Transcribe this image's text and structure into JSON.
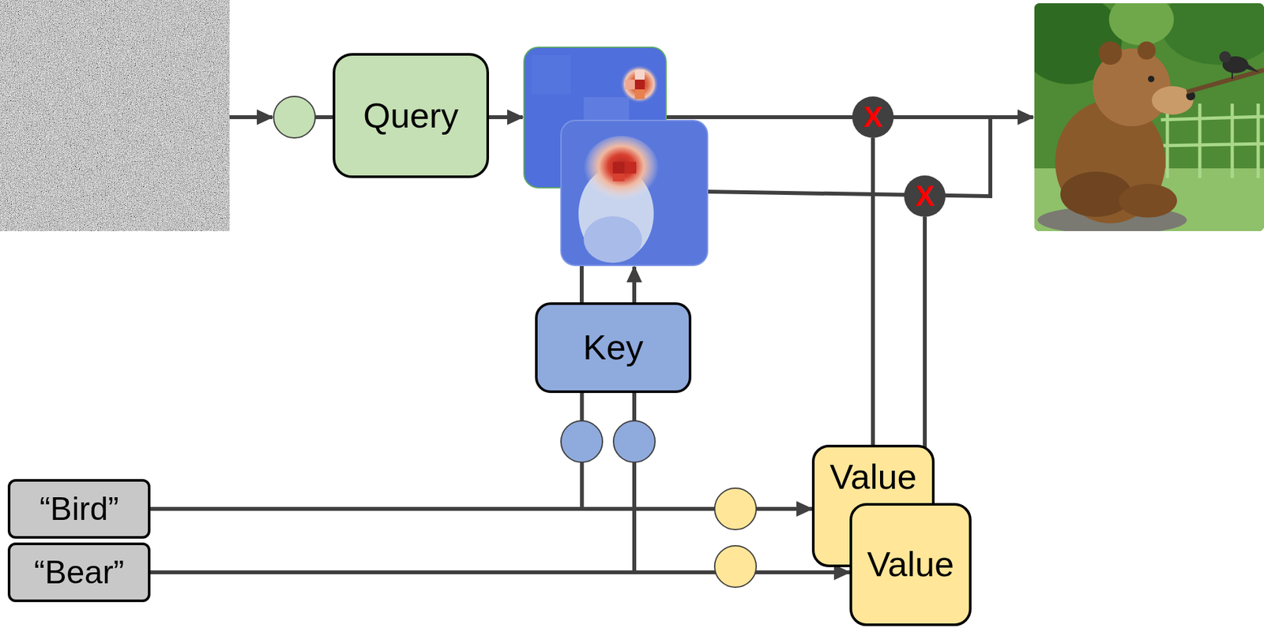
{
  "diagram": {
    "nodes": [
      {
        "text": [
          "Query"
        ]
      },
      {
        "text": [
          "Key"
        ]
      },
      {
        "text": [
          "“Bird”"
        ]
      },
      {
        "text": [
          "“Bear”"
        ]
      },
      {
        "text": [
          "Value"
        ]
      },
      {
        "text": [
          "Value"
        ]
      },
      {
        "text": [
          "X"
        ]
      },
      {
        "text": [
          "X"
        ]
      }
    ],
    "edges": [
      {
        "from": 2,
        "to": 1,
        "arrow": "none"
      },
      {
        "from": 3,
        "to": 1,
        "arrow": "none"
      },
      {
        "from": 2,
        "to": 4,
        "arrow": "to"
      },
      {
        "from": 3,
        "to": 5,
        "arrow": "to"
      },
      {
        "from": 4,
        "to": 6,
        "arrow": "none"
      },
      {
        "from": 5,
        "to": 7,
        "arrow": "none"
      }
    ]
  }
}
